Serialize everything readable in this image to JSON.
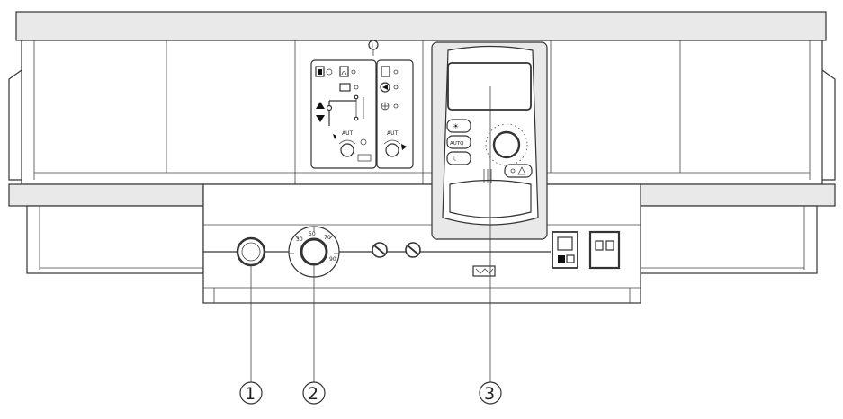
{
  "diagram": {
    "callouts": [
      {
        "id": "1",
        "label": "1"
      },
      {
        "id": "2",
        "label": "2"
      },
      {
        "id": "3",
        "label": "3"
      }
    ],
    "info_symbol": "i",
    "module_left": {
      "aut_label": "AUT"
    },
    "module_right": {
      "aut_label": "AUT"
    },
    "controller": {
      "auto_button_label": "AUTO"
    },
    "thermostat_dial": {
      "tick_labels": [
        "30",
        "50",
        "70",
        "90"
      ]
    }
  }
}
